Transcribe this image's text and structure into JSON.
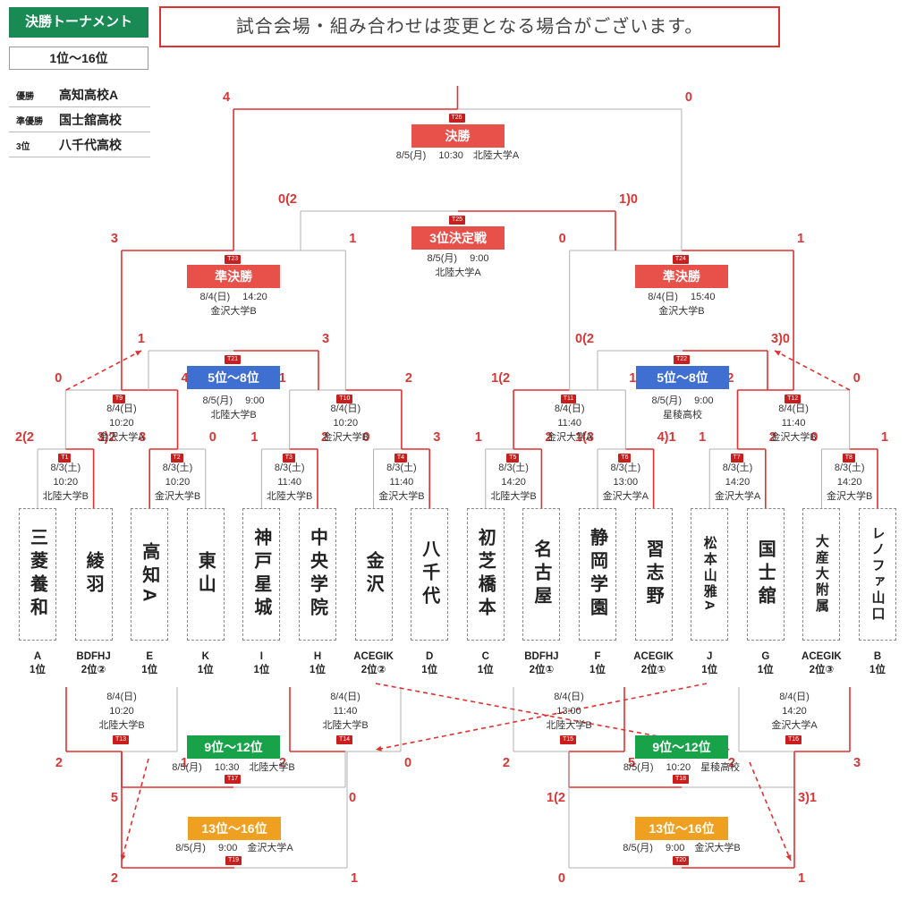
{
  "header": {
    "title": "決勝トーナメント",
    "range": "1位～16位",
    "notice": "試合会場・組み合わせは変更となる場合がございます。"
  },
  "results": [
    {
      "rank": "優勝",
      "team": "高知高校A"
    },
    {
      "rank": "準優勝",
      "team": "国士舘高校"
    },
    {
      "rank": "3位",
      "team": "八千代高校"
    }
  ],
  "colors": {
    "line": "#e03131",
    "title_badge": "#1a8a55",
    "final_label": "#e8504a",
    "place5_label": "#3f6fd1",
    "place9_label": "#18a34a",
    "place13_label": "#f0a020"
  },
  "teams": [
    {
      "name": "三菱養和",
      "seed": "A",
      "place": "1位"
    },
    {
      "name": "綾羽",
      "seed": "BDFHJ",
      "place": "2位②"
    },
    {
      "name": "高知A",
      "seed": "E",
      "place": "1位"
    },
    {
      "name": "東山",
      "seed": "K",
      "place": "1位"
    },
    {
      "name": "神戸星城",
      "seed": "I",
      "place": "1位"
    },
    {
      "name": "中央学院",
      "seed": "H",
      "place": "1位"
    },
    {
      "name": "金沢",
      "seed": "ACEGIK",
      "place": "2位②"
    },
    {
      "name": "八千代",
      "seed": "D",
      "place": "1位"
    },
    {
      "name": "初芝橋本",
      "seed": "C",
      "place": "1位"
    },
    {
      "name": "名古屋",
      "seed": "BDFHJ",
      "place": "2位①"
    },
    {
      "name": "静岡学園",
      "seed": "F",
      "place": "1位"
    },
    {
      "name": "習志野",
      "seed": "ACEGIK",
      "place": "2位①"
    },
    {
      "name": "松本山雅A",
      "seed": "J",
      "place": "1位"
    },
    {
      "name": "国士舘",
      "seed": "G",
      "place": "1位"
    },
    {
      "name": "大産大附属",
      "seed": "ACEGIK",
      "place": "2位③"
    },
    {
      "name": "レノファ山口",
      "seed": "B",
      "place": "1位"
    }
  ],
  "labels": {
    "final": "決勝",
    "third": "3位決定戦",
    "semi_left": "準決勝",
    "semi_right": "準決勝",
    "place5_left": "5位～8位",
    "place5_right": "5位～8位",
    "place9_left": "9位～12位",
    "place9_right": "9位～12位",
    "place13_left": "13位～16位",
    "place13_right": "13位～16位"
  },
  "matches": [
    {
      "tag": "T1",
      "info": "8/3(土)\n10:20\n北陸大学B",
      "score_left": "2(2",
      "score_right": "3)2"
    },
    {
      "tag": "T2",
      "info": "8/3(土)\n10:20\n金沢大学B",
      "score_left": "3",
      "score_right": "0"
    },
    {
      "tag": "T3",
      "info": "8/3(土)\n11:40\n北陸大学B",
      "score_left": "1",
      "score_right": "2"
    },
    {
      "tag": "T4",
      "info": "8/3(土)\n11:40\n金沢大学B",
      "score_left": "0",
      "score_right": "3"
    },
    {
      "tag": "T5",
      "info": "8/3(土)\n14:20\n北陸大学B",
      "score_left": "1",
      "score_right": "2"
    },
    {
      "tag": "T6",
      "info": "8/3(土)\n13:00\n金沢大学A",
      "score_left": "1(3",
      "score_right": "4)1"
    },
    {
      "tag": "T7",
      "info": "8/3(土)\n14:20\n金沢大学A",
      "score_left": "1",
      "score_right": "2"
    },
    {
      "tag": "T8",
      "info": "8/3(土)\n14:20\n金沢大学B",
      "score_left": "0",
      "score_right": "1"
    },
    {
      "tag": "T9",
      "info": "8/4(日)\n10:20\n金沢大学A",
      "score_left": "0",
      "score_right": "4"
    },
    {
      "tag": "T10",
      "info": "8/4(日)\n10:20\n金沢大学B",
      "score_left": "1",
      "score_right": "2"
    },
    {
      "tag": "T11",
      "info": "8/4(日)\n11:40\n金沢大学A",
      "score_left": "1(2",
      "score_right": "1)1"
    },
    {
      "tag": "T12",
      "info": "8/4(日)\n11:40\n金沢大学B",
      "score_left": "2",
      "score_right": "0"
    },
    {
      "tag": "T13",
      "info": "8/4(日)\n10:20\n北陸大学B",
      "score_left": "2",
      "score_right": "1"
    },
    {
      "tag": "T14",
      "info": "8/4(日)\n11:40\n北陸大学B",
      "score_left": "2",
      "score_right": "0"
    },
    {
      "tag": "T15",
      "info": "8/4(日)\n13:00\n北陸大学B",
      "score_left": "2",
      "score_right": "5"
    },
    {
      "tag": "T16",
      "info": "8/4(日)\n14:20\n金沢大学A",
      "score_left": "2",
      "score_right": "3"
    },
    {
      "tag": "T17",
      "info": "8/5(月)　 10:30　北陸大学B",
      "score_left": "5",
      "score_right": "0"
    },
    {
      "tag": "T18",
      "info": "8/5(月)　 10:20　星稜高校",
      "score_left": "1(2",
      "score_right": "3)1"
    },
    {
      "tag": "T19",
      "info": "8/5(月)　 9:00　金沢大学A",
      "score_left": "2",
      "score_right": "1"
    },
    {
      "tag": "T20",
      "info": "8/5(月)　 9:00　金沢大学B",
      "score_left": "0",
      "score_right": "1"
    },
    {
      "tag": "T21",
      "info": "8/5(月)　 9:00\n北陸大学B",
      "score_left": "1",
      "score_right": "3"
    },
    {
      "tag": "T22",
      "info": "8/5(月)　 9:00\n星稜高校",
      "score_left": "0(2",
      "score_right": "3)0"
    },
    {
      "tag": "T23",
      "info": "8/4(日)　 14:20\n金沢大学B",
      "score_left": "3",
      "score_right": "1"
    },
    {
      "tag": "T24",
      "info": "8/4(日)　 15:40\n金沢大学B",
      "score_left": "0",
      "score_right": "1"
    },
    {
      "tag": "T25",
      "info": "8/5(月)　 9:00\n北陸大学A",
      "score_left": "0(2",
      "score_right": "1)0"
    },
    {
      "tag": "T26",
      "info": "8/5(月)　 10:30　北陸大学A",
      "score_left": "4",
      "score_right": "0"
    }
  ]
}
